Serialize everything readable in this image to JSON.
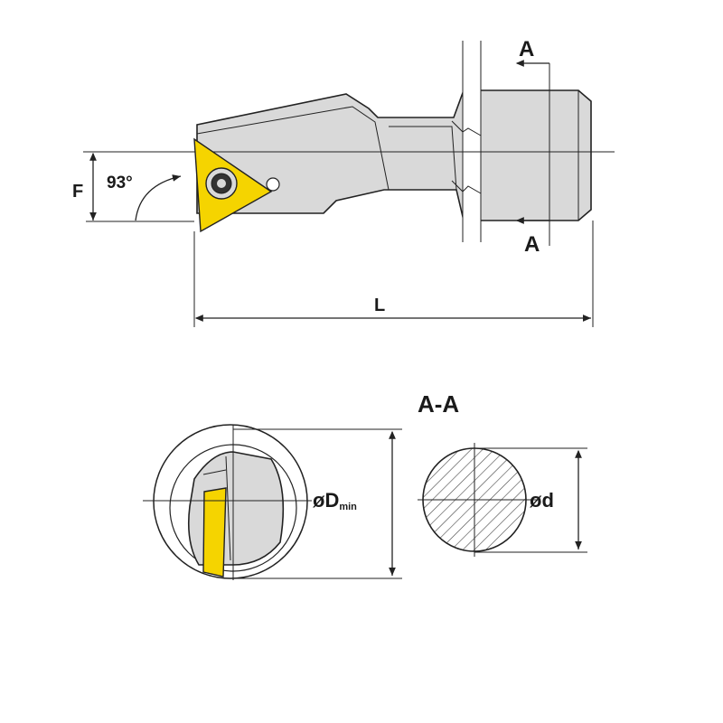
{
  "labels": {
    "angle": "93°",
    "offset": "F",
    "length": "L",
    "section_top": "A",
    "section_bottom": "A",
    "section_title": "A-A",
    "bore_diameter": "øD",
    "bore_diameter_sub": "min",
    "shank_diameter": "ød"
  },
  "colors": {
    "insert": "#f5d400",
    "body": "#d9d9d9",
    "line": "#222222",
    "background": "#ffffff"
  }
}
